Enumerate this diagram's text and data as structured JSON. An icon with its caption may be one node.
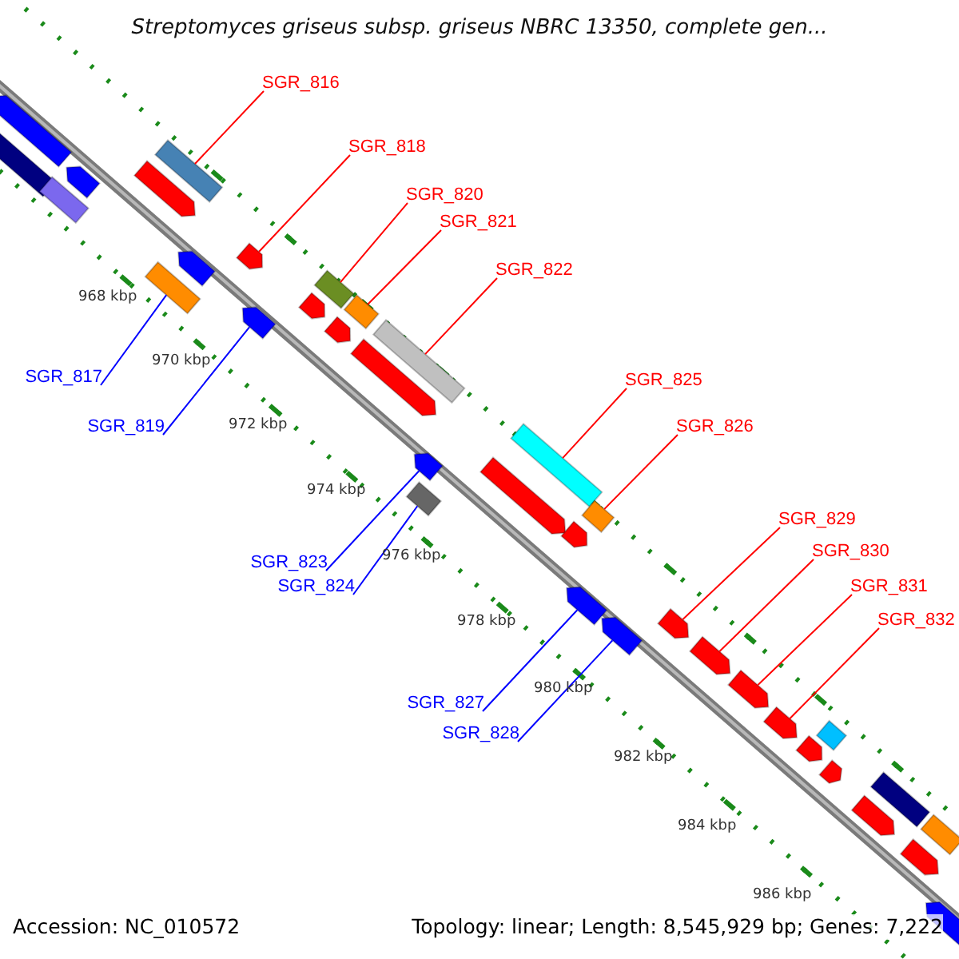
{
  "diagram": {
    "title": "Streptomyces griseus subsp. griseus NBRC 13350, complete gen...",
    "nodes": [
      {
        "text": [
          "SGR_816"
        ]
      },
      {
        "text": [
          "SGR_818"
        ]
      },
      {
        "text": [
          "SGR_820"
        ]
      },
      {
        "text": [
          "SGR_821"
        ]
      },
      {
        "text": [
          "SGR_822"
        ]
      },
      {
        "text": [
          "SGR_817"
        ]
      },
      {
        "text": [
          "SGR_825"
        ]
      },
      {
        "text": [
          "SGR_819"
        ]
      },
      {
        "text": [
          "SGR_826"
        ]
      },
      {
        "text": [
          "SGR_829"
        ]
      },
      {
        "text": [
          "SGR_830"
        ]
      },
      {
        "text": [
          "SGR_823"
        ]
      },
      {
        "text": [
          "SGR_831"
        ]
      },
      {
        "text": [
          "SGR_824"
        ]
      },
      {
        "text": [
          "SGR_832"
        ]
      },
      {
        "text": [
          "SGR_827"
        ]
      },
      {
        "text": [
          "SGR_828"
        ]
      },
      {
        "text": [],
        "shape": "bar"
      },
      {
        "text": [],
        "shape": "arrow"
      },
      {
        "text": [],
        "shape": "bar"
      },
      {
        "text": [],
        "shape": "bar"
      },
      {
        "text": [],
        "shape": "bar"
      },
      {
        "text": [],
        "shape": "bar"
      },
      {
        "text": [],
        "shape": "bar"
      },
      {
        "text": [],
        "shape": "arrow"
      },
      {
        "text": [],
        "shape": "bar"
      },
      {
        "text": [],
        "shape": "arrow"
      },
      {
        "text": [],
        "shape": "arrow"
      },
      {
        "text": [],
        "shape": "arrow"
      },
      {
        "text": [],
        "shape": "arrow"
      },
      {
        "text": [],
        "shape": "bar"
      },
      {
        "text": [],
        "shape": "arrow"
      },
      {
        "text": [],
        "shape": "arrow"
      },
      {
        "text": [],
        "shape": "arrow"
      },
      {
        "text": [],
        "shape": "arrow"
      },
      {
        "text": [],
        "shape": "bar"
      },
      {
        "text": [],
        "shape": "arrow"
      },
      {
        "text": [],
        "shape": "bar"
      },
      {
        "text": [],
        "shape": "arrow"
      },
      {
        "text": [],
        "shape": "arrow"
      },
      {
        "text": [],
        "shape": "arrow"
      },
      {
        "text": [],
        "shape": "arrow"
      },
      {
        "text": [],
        "shape": "arrow"
      },
      {
        "text": [],
        "shape": "arrow"
      },
      {
        "text": [],
        "shape": "arrow"
      },
      {
        "text": [],
        "shape": "arrow"
      },
      {
        "text": [],
        "shape": "arrow"
      },
      {
        "text": [],
        "shape": "bar"
      },
      {
        "text": [],
        "shape": "bar"
      },
      {
        "text": [],
        "shape": "arrow"
      },
      {
        "text": [],
        "shape": "bar"
      },
      {
        "text": [],
        "shape": "arrow"
      },
      {
        "text": [],
        "shape": "arrow"
      }
    ],
    "edges": [
      {
        "from": 0,
        "to": 17,
        "arrow": "none"
      },
      {
        "from": 1,
        "to": 18,
        "arrow": "none"
      },
      {
        "from": 2,
        "to": 19,
        "arrow": "none"
      },
      {
        "from": 3,
        "to": 20,
        "arrow": "none"
      },
      {
        "from": 4,
        "to": 21,
        "arrow": "none"
      },
      {
        "from": 5,
        "to": 22,
        "arrow": "none",
        "color": "#0000ff"
      },
      {
        "from": 6,
        "to": 23,
        "arrow": "none"
      },
      {
        "from": 7,
        "to": 24,
        "arrow": "none",
        "color": "#0000ff"
      },
      {
        "from": 8,
        "to": 25,
        "arrow": "none"
      },
      {
        "from": 9,
        "to": 26,
        "arrow": "none"
      },
      {
        "from": 10,
        "to": 27,
        "arrow": "none"
      },
      {
        "from": 11,
        "to": 28,
        "arrow": "none",
        "color": "#0000ff"
      },
      {
        "from": 12,
        "to": 29,
        "arrow": "none"
      },
      {
        "from": 13,
        "to": 30,
        "arrow": "none",
        "color": "#0000ff"
      },
      {
        "from": 14,
        "to": 31,
        "arrow": "none"
      },
      {
        "from": 15,
        "to": 32,
        "arrow": "none",
        "color": "#0000ff"
      },
      {
        "from": 16,
        "to": 33,
        "arrow": "none",
        "color": "#0000ff"
      }
    ],
    "labels": [
      "968 kbp",
      "970 kbp",
      "972 kbp",
      "974 kbp",
      "976 kbp",
      "978 kbp",
      "980 kbp",
      "982 kbp",
      "984 kbp",
      "986 kbp",
      "Accession: NC_010572",
      "Topology: linear; Length: 8,545,929 bp; Genes: 7,222"
    ]
  }
}
